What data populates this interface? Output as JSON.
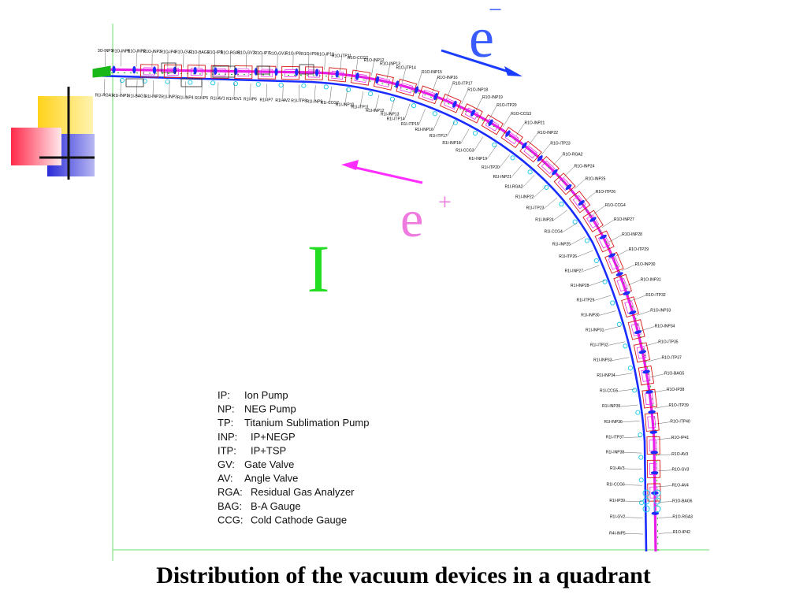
{
  "slide": {
    "caption": "Distribution of the vacuum devices in a quadrant",
    "quadrant_label": "I",
    "beam_labels": {
      "electron": "e",
      "electron_charge": "−",
      "positron": "e",
      "positron_charge": "+"
    }
  },
  "colors": {
    "frame_green": "#9be89b",
    "quadrant_label": "#22dd22",
    "electron_arrow": "#1a3cff",
    "positron_arrow": "#ff2dff",
    "electron_symbol": "#3a5cff",
    "positron_symbol": "#ee7adf",
    "ring_magenta": "#e61ee6",
    "ring_blue": "#1a2cff",
    "ring_red": "#d81818",
    "ring_cyan": "#18c8e8",
    "ring_green": "#18b818"
  },
  "legend": [
    {
      "abbr": "IP:",
      "meaning": "Ion Pump"
    },
    {
      "abbr": "NP:",
      "meaning": "NEG Pump"
    },
    {
      "abbr": "TP:",
      "meaning": "Titanium Sublimation Pump"
    },
    {
      "abbr": "INP:",
      "meaning": "IP+NEGP"
    },
    {
      "abbr": "ITP:",
      "meaning": "IP+TSP"
    },
    {
      "abbr": "GV:",
      "meaning": "Gate Valve"
    },
    {
      "abbr": "AV:",
      "meaning": "Angle Valve"
    },
    {
      "abbr": "RGA:",
      "meaning": "Residual Gas Analyzer"
    },
    {
      "abbr": "BAG:",
      "meaning": "B-A Gauge"
    },
    {
      "abbr": "CCG:",
      "meaning": "Cold Cathode Gauge"
    }
  ],
  "device_labels": {
    "top": [
      "3O-INP1",
      "R1O-INP1",
      "R1O-INP2",
      "R1O-INP3",
      "R1O-IP4",
      "R1O-GV1",
      "R1O-BAG1",
      "R1O-IP5",
      "R1O-RGA1",
      "R1O-GV2",
      "R1O-IP7",
      "R1O-GV3",
      "R1O-IP8",
      "R1O-IP9",
      "R1O-IP10",
      "R1O-ITP11",
      "R1O-CCG2",
      "R1O-INP12",
      "R1O-INP13",
      "R1O-ITP14",
      "R1O-INP15",
      "R1O-INP16",
      "R1O-ITP17",
      "R1O-INP18",
      "R1O-INP19",
      "R1O-ITP20",
      "R1O-CCG3",
      "R1O-INP21",
      "R1O-INP22",
      "R1O-ITP23",
      "R1O-RGA2",
      "R1O-INP24",
      "R1O-INP25",
      "R1O-ITP26",
      "R1O-CCG4",
      "R1O-INP27",
      "R1O-INP28",
      "R1O-ITP29",
      "R1O-INP30",
      "R1O-INP31",
      "R1O-ITP32",
      "R1O-INP33",
      "R1O-INP34",
      "R1O-ITP35",
      "R1O-ITP37",
      "R1O-BAG5",
      "R1O-IP38",
      "R1O-ITP39",
      "R1O-ITP40",
      "R1O-IP41",
      "R1O-AV3",
      "R1O-GV3",
      "R1O-AV4",
      "R1O-BAG6",
      "R1O-RGA3",
      "R1O-IP42"
    ],
    "bottom": [
      "R1I-RGA1",
      "R1I-INP1",
      "R1I-BAG1",
      "R1I-INP2",
      "R1I-INP3",
      "R1I-INP4",
      "R1I-IP5",
      "R1I-AV1",
      "R1I-GV1",
      "R1I-IP6",
      "R1I-IP7",
      "R1I-AV2",
      "R1I-ITP8",
      "R1I-INP9",
      "R1I-CCG2",
      "R1I-INP10",
      "R1I-ITP11",
      "R1I-INP12",
      "R1I-INP13",
      "R1I-ITP14",
      "R1I-ITP15",
      "R1I-INP16",
      "R1I-ITP17",
      "R1I-INP18",
      "R1I-CCG3",
      "R1I-INP19",
      "R1I-ITP20",
      "R1I-INP21",
      "R1I-RGA2",
      "R1I-INP22",
      "R1I-ITP23",
      "R1I-INP24",
      "R1I-CCG4",
      "R1I-INP25",
      "R1I-ITP26",
      "R1I-INP27",
      "R1I-INP28",
      "R1I-ITP29",
      "R1I-INP30",
      "R1I-INP31",
      "R1I-ITP32",
      "R1I-INP33",
      "R1I-INP34",
      "R1I-CCG5",
      "R1I-INP35",
      "R1I-INP36",
      "R1I-ITP37",
      "R1I-INP38",
      "R1I-AV3",
      "R1I-CCG6",
      "R1I-IP39",
      "R1I-GV2",
      "R4I-INP5"
    ]
  }
}
